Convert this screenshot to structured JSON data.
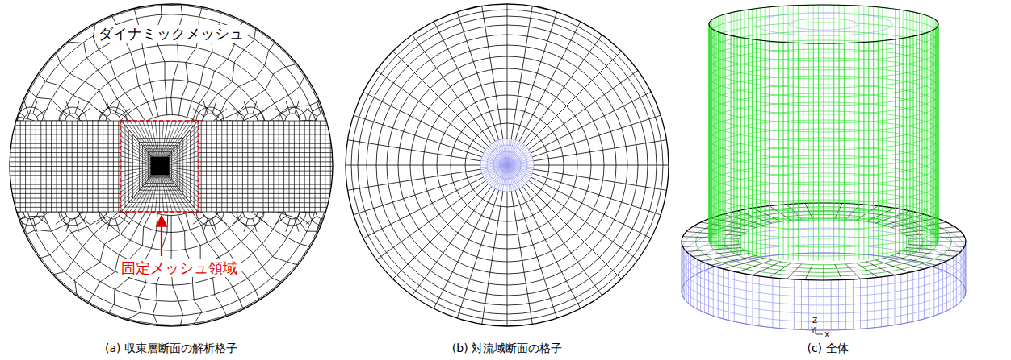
{
  "diagram": {
    "labels": [
      "ダイナミックメッシュ",
      "固定メッシュ領域",
      "(a) 収束層断面の解析格子",
      "(b) 対流域断面の格子",
      "(c) 全体",
      "Z",
      "Y",
      "X"
    ]
  }
}
